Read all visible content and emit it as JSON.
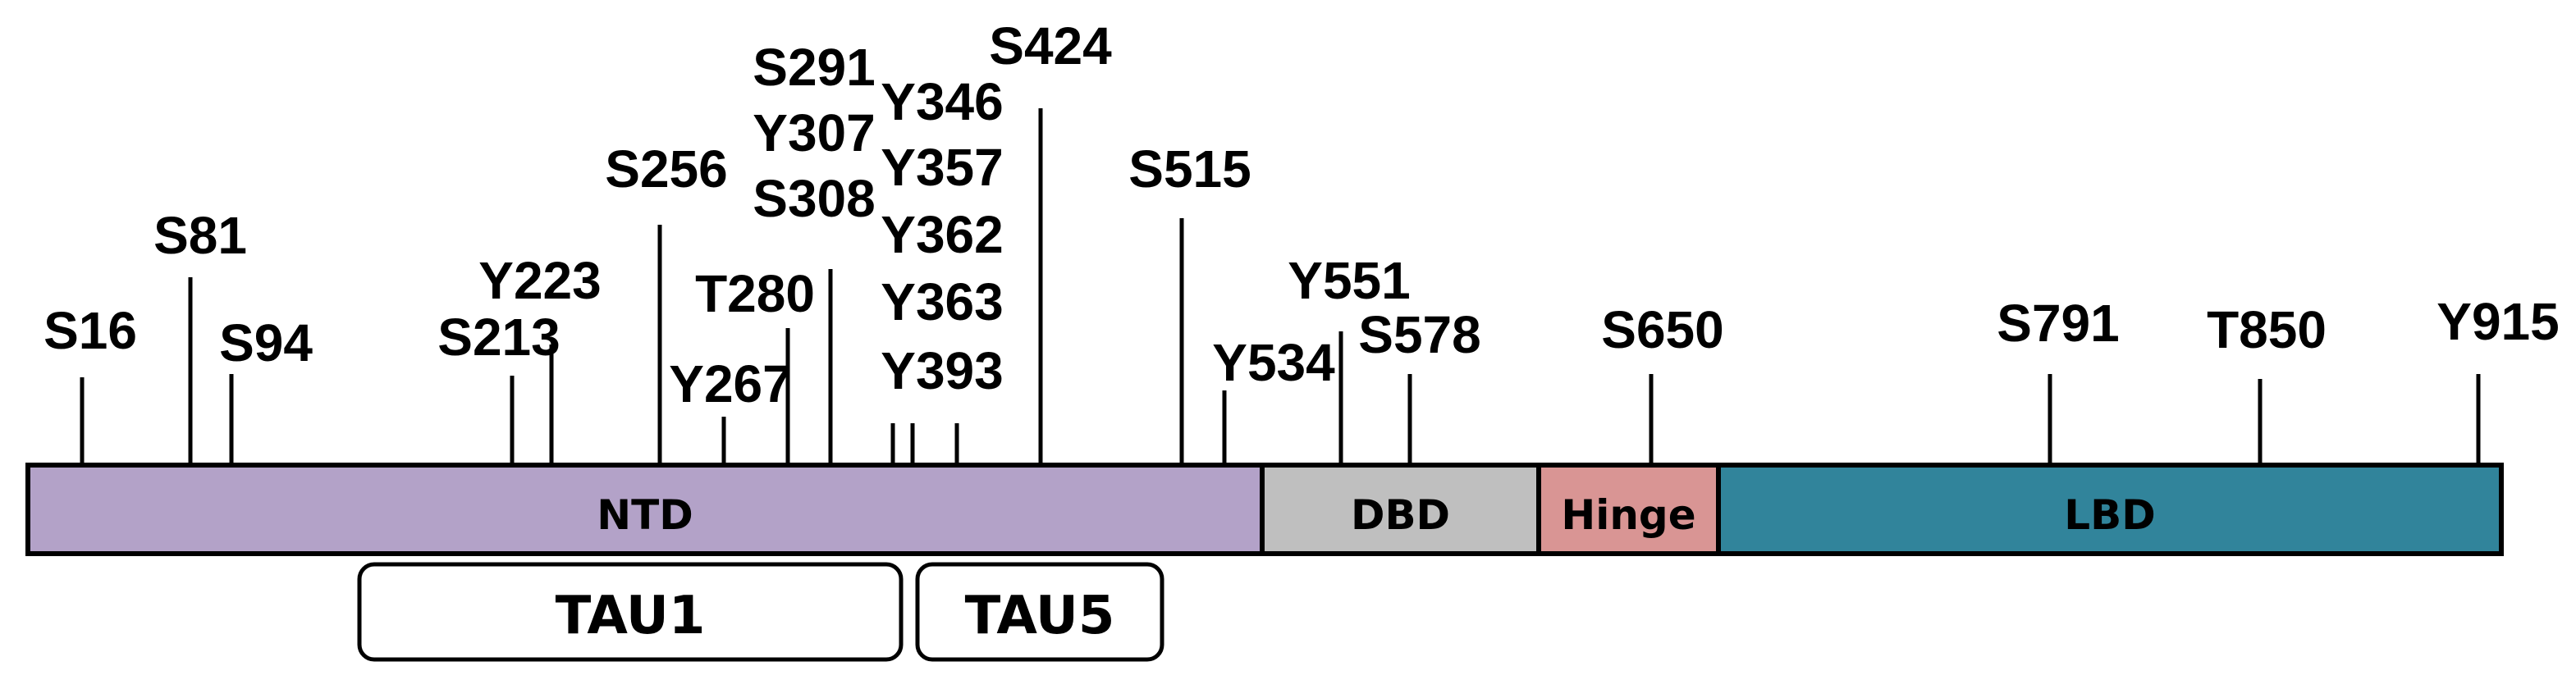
{
  "colors": {
    "ntd": "#b3a2c8",
    "dbd": "#bfbfbf",
    "hinge": "#d99594",
    "lbd": "#31849b",
    "ink": "#000000"
  },
  "domains": [
    {
      "id": "ntd",
      "label": "NTD"
    },
    {
      "id": "dbd",
      "label": "DBD"
    },
    {
      "id": "hinge",
      "label": "Hinge"
    },
    {
      "id": "lbd",
      "label": "LBD"
    }
  ],
  "subregions": [
    {
      "id": "tau1",
      "label": "TAU1"
    },
    {
      "id": "tau5",
      "label": "TAU5"
    }
  ],
  "sites": [
    {
      "id": "s16",
      "label": "S16"
    },
    {
      "id": "s81",
      "label": "S81"
    },
    {
      "id": "s94",
      "label": "S94"
    },
    {
      "id": "s213",
      "label": "S213"
    },
    {
      "id": "y223",
      "label": "Y223"
    },
    {
      "id": "s256",
      "label": "S256"
    },
    {
      "id": "y267",
      "label": "Y267"
    },
    {
      "id": "t280",
      "label": "T280"
    },
    {
      "id": "s291",
      "label": "S291"
    },
    {
      "id": "y307",
      "label": "Y307"
    },
    {
      "id": "s308",
      "label": "S308"
    },
    {
      "id": "y346",
      "label": "Y346"
    },
    {
      "id": "y357",
      "label": "Y357"
    },
    {
      "id": "y362",
      "label": "Y362"
    },
    {
      "id": "y363",
      "label": "Y363"
    },
    {
      "id": "y393",
      "label": "Y393"
    },
    {
      "id": "s424",
      "label": "S424"
    },
    {
      "id": "s515",
      "label": "S515"
    },
    {
      "id": "y534",
      "label": "Y534"
    },
    {
      "id": "y551",
      "label": "Y551"
    },
    {
      "id": "s578",
      "label": "S578"
    },
    {
      "id": "s650",
      "label": "S650"
    },
    {
      "id": "s791",
      "label": "S791"
    },
    {
      "id": "t850",
      "label": "T850"
    },
    {
      "id": "y915",
      "label": "Y915"
    }
  ]
}
